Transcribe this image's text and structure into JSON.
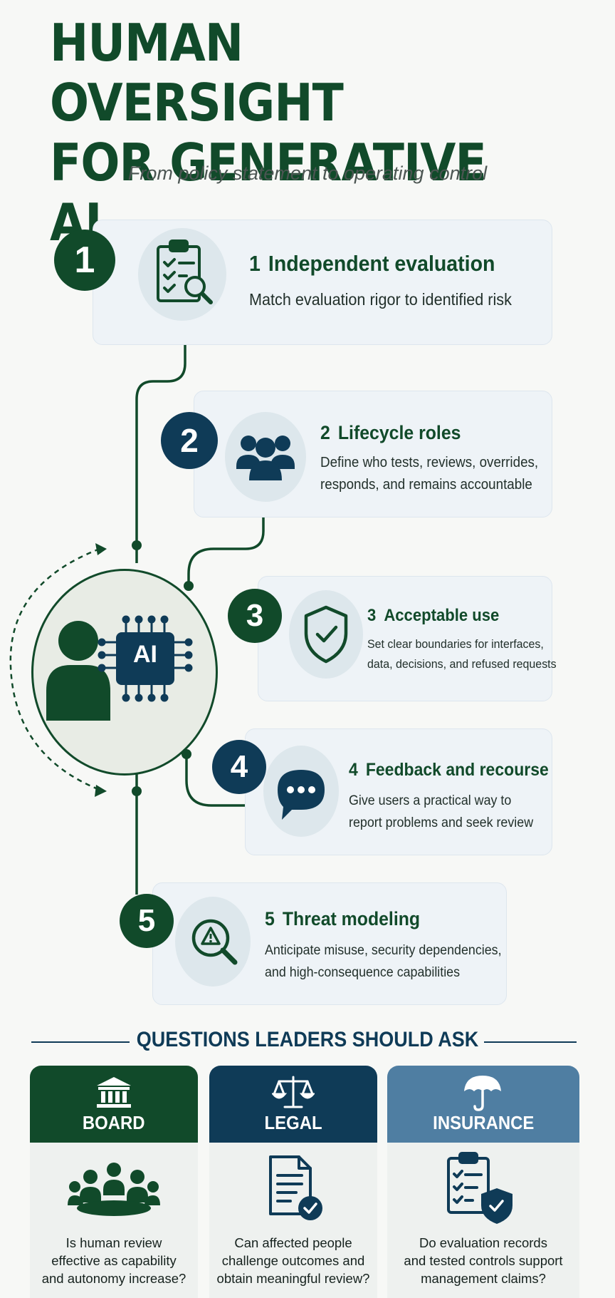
{
  "header": {
    "title_line1": "HUMAN OVERSIGHT",
    "title_line2": "FOR GENERATIVE AI",
    "subtitle": "From policy statement to operating control"
  },
  "hub": {
    "ai_label": "AI"
  },
  "steps": [
    {
      "badge": "1",
      "number": "1",
      "title": "Independent evaluation",
      "desc": [
        "Match evaluation rigor to identified risk"
      ],
      "icon": "checklist-magnifier-icon",
      "badge_color": "#114a2a"
    },
    {
      "badge": "2",
      "number": "2",
      "title": "Lifecycle roles",
      "desc": [
        "Define who tests, reviews, overrides,",
        "responds, and remains accountable"
      ],
      "icon": "people-group-icon",
      "badge_color": "#0f3b57"
    },
    {
      "badge": "3",
      "number": "3",
      "title": "Acceptable use",
      "desc": [
        "Set clear boundaries for interfaces,",
        "data, decisions, and refused requests"
      ],
      "icon": "shield-check-icon",
      "badge_color": "#114a2a"
    },
    {
      "badge": "4",
      "number": "4",
      "title": "Feedback and recourse",
      "desc": [
        "Give users a practical way to",
        "report problems and seek review"
      ],
      "icon": "chat-bubble-icon",
      "badge_color": "#0f3b57"
    },
    {
      "badge": "5",
      "number": "5",
      "title": "Threat modeling",
      "desc": [
        "Anticipate misuse, security dependencies,",
        "and high-consequence capabilities"
      ],
      "icon": "warning-magnifier-icon",
      "badge_color": "#114a2a"
    }
  ],
  "questions": {
    "heading": "QUESTIONS LEADERS SHOULD ASK",
    "cards": [
      {
        "label": "BOARD",
        "lines": [
          "Is human review",
          "effective as capability",
          "and autonomy increase?"
        ],
        "color": "#114a2a",
        "icon": "institution-icon",
        "body_icon": "meeting-table-icon"
      },
      {
        "label": "LEGAL",
        "lines": [
          "Can affected people",
          "challenge outcomes and",
          "obtain meaningful review?"
        ],
        "color": "#0f3b57",
        "icon": "scales-icon",
        "body_icon": "document-check-icon"
      },
      {
        "label": "INSURANCE",
        "lines": [
          "Do evaluation records",
          "and tested controls support",
          "management claims?"
        ],
        "color": "#4f7ea2",
        "icon": "umbrella-icon",
        "body_icon": "clipboard-shield-icon"
      }
    ]
  }
}
